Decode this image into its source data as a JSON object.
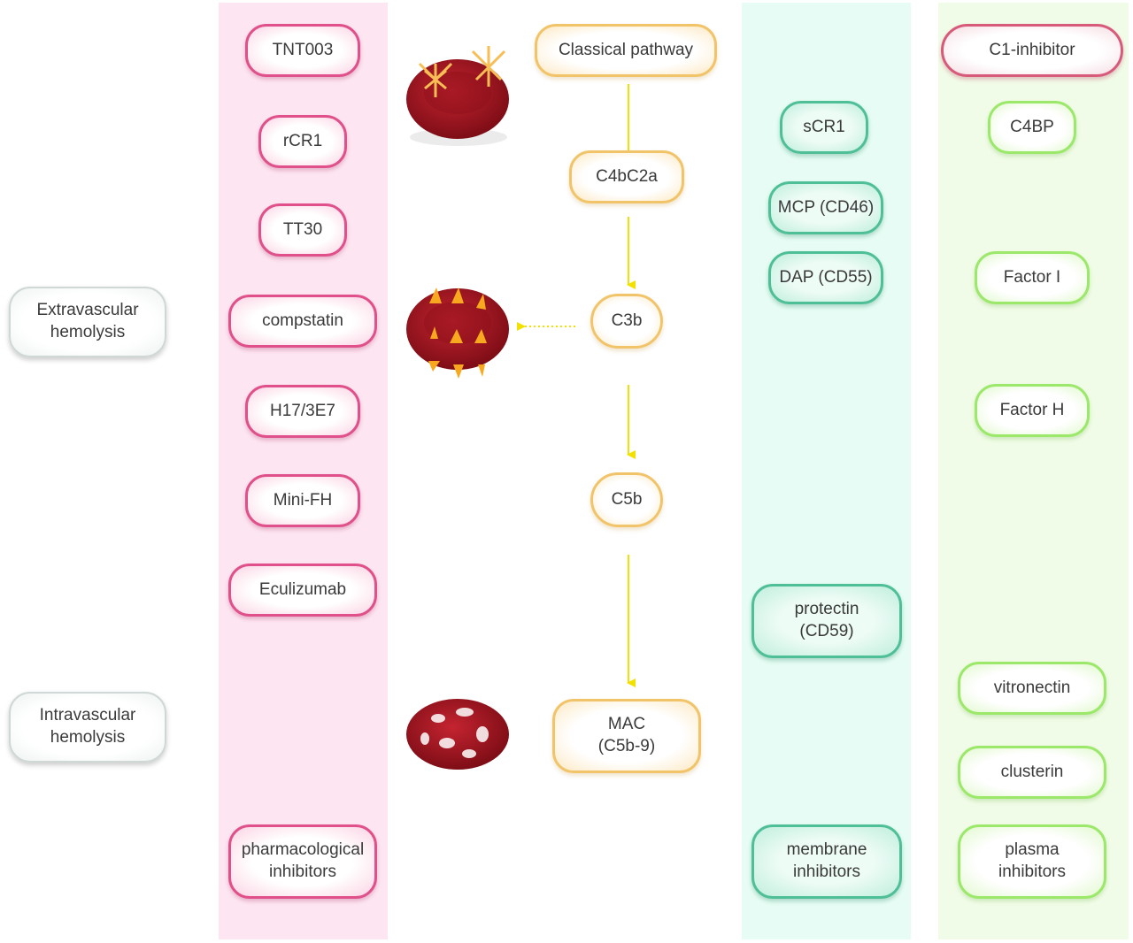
{
  "outcomes": {
    "extravascular": "Extravascular\nhemolysis",
    "intravascular": "Intravascular\nhemolysis"
  },
  "pharmacological": {
    "items": [
      "TNT003",
      "rCR1",
      "TT30",
      "compstatin",
      "H17/3E7",
      "Mini-FH",
      "Eculizumab"
    ],
    "footer": "pharmacological\ninhibitors"
  },
  "pathway": {
    "steps": [
      "Classical pathway",
      "C4bC2a",
      "C3b",
      "C5b",
      "MAC\n(C5b-9)"
    ]
  },
  "membrane": {
    "items": [
      "sCR1",
      "MCP (CD46)",
      "DAP (CD55)",
      "protectin\n(CD59)"
    ],
    "footer": "membrane\ninhibitors"
  },
  "plasma": {
    "items": [
      "C1-inhibitor",
      "C4BP",
      "Factor I",
      "Factor H",
      "vitronectin",
      "clusterin"
    ],
    "footer": "plasma\ninhibitors"
  },
  "colors": {
    "pharmacological_bg": "#fde6f2",
    "membrane_bg": "#e6fcf4",
    "plasma_bg": "#f1fce8",
    "arrow": "#f2e000",
    "cell": "#a8141e"
  }
}
